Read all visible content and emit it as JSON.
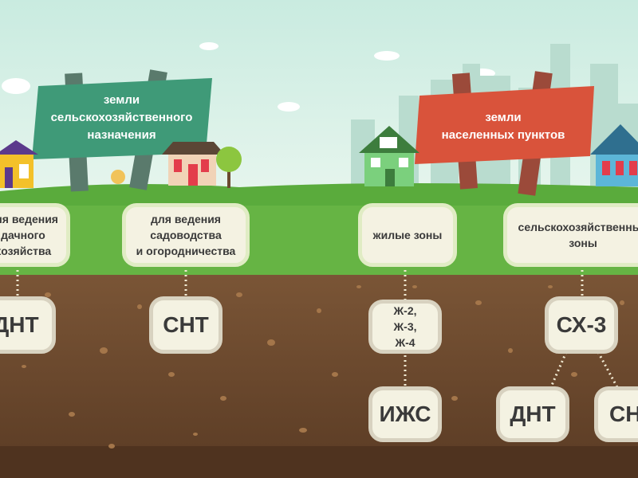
{
  "signs": {
    "left": "земли\nсельскохозяйственного\nназначения",
    "right": "земли\nнаселенных пунктов"
  },
  "purposes": [
    "для ведения\nдачного\nхозяйства",
    "для ведения\nсадоводства\nи огородничества",
    "жилые зоны",
    "сельскохозяйственные\nзоны"
  ],
  "codes": {
    "dnt_left": "ДНТ",
    "snt": "СНТ",
    "zh_zones": "Ж-2,\nЖ-3,\nЖ-4",
    "sh3": "СХ-3",
    "izhs": "ИЖС",
    "dnt_right": "ДНТ",
    "sn_right": "СНТ"
  },
  "colors": {
    "sky": "#c6e6dc",
    "grass": "#5aa83a",
    "soil": "#6b4a30",
    "sign_left": "#3f9a78",
    "sign_right": "#d9533b"
  }
}
